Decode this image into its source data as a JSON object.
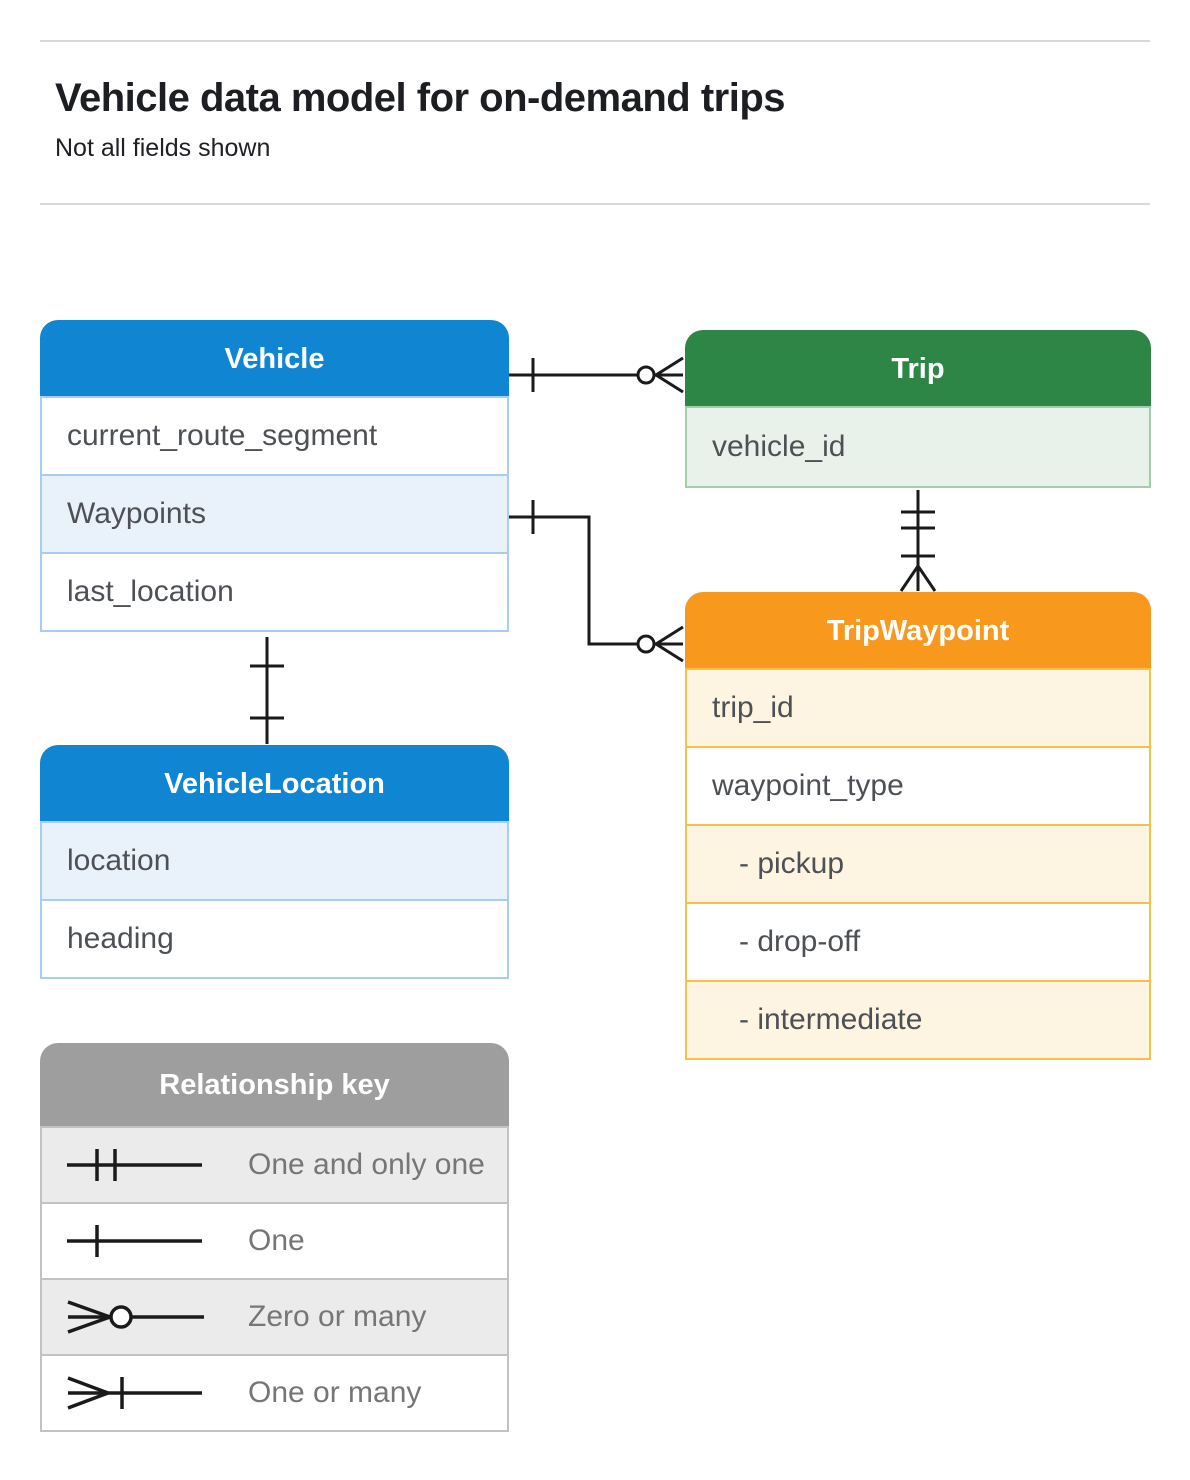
{
  "page": {
    "title": "Vehicle data model for on-demand trips",
    "subtitle": "Not all fields shown"
  },
  "colors": {
    "vehicle_blue": "#1086d2",
    "vehicle_row_tint": "#e9f1fb",
    "trip_green": "#2d8646",
    "trip_row_tint": "#e9f2ea",
    "waypoint_orange": "#f8981d",
    "waypoint_row_tint": "#fdf4e2",
    "key_gray": "#9e9e9e",
    "key_row_tint": "#ebebeb",
    "connector_black": "#1a1a1a"
  },
  "entities": {
    "vehicle": {
      "title": "Vehicle",
      "fields": [
        "current_route_segment",
        "Waypoints",
        "last_location"
      ]
    },
    "trip": {
      "title": "Trip",
      "fields": [
        "vehicle_id"
      ]
    },
    "trip_waypoint": {
      "title": "TripWaypoint",
      "fields": [
        "trip_id",
        "waypoint_type",
        "- pickup",
        "- drop-off",
        "- intermediate"
      ]
    },
    "vehicle_location": {
      "title": "VehicleLocation",
      "fields": [
        "location",
        "heading"
      ]
    }
  },
  "legend": {
    "title": "Relationship key",
    "items": [
      {
        "symbol": "one-and-only-one-icon",
        "label": "One and only one"
      },
      {
        "symbol": "one-icon",
        "label": "One"
      },
      {
        "symbol": "zero-or-many-icon",
        "label": "Zero or many"
      },
      {
        "symbol": "one-or-many-icon",
        "label": "One or many"
      }
    ]
  },
  "relationships": [
    "Vehicle one — zero or many Trip",
    "Vehicle.Waypoints one — zero or many TripWaypoint",
    "Trip one and only one — one or many TripWaypoint",
    "Vehicle one — one VehicleLocation"
  ]
}
